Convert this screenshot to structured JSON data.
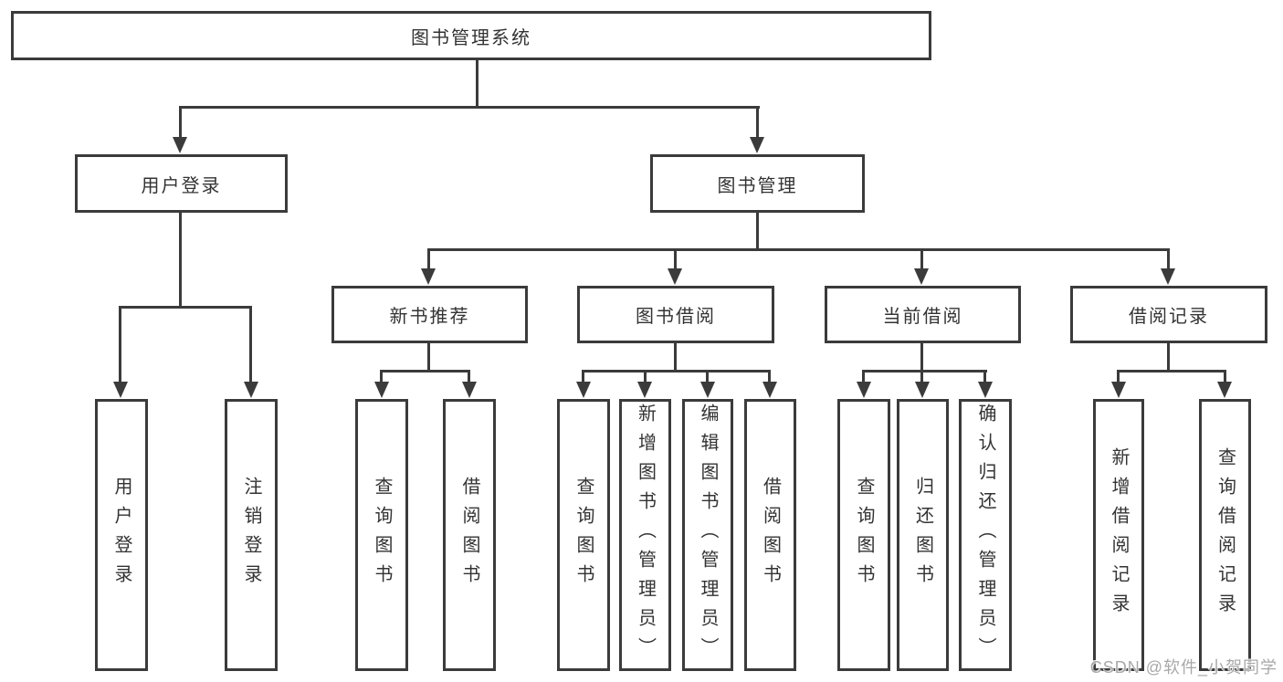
{
  "diagram": {
    "tree": {
      "root": "图书管理系统",
      "children": [
        {
          "label": "用户登录",
          "children": [
            "用户登录",
            "注销登录"
          ]
        },
        {
          "label": "图书管理",
          "children": [
            {
              "label": "新书推荐",
              "children": [
                "查询图书",
                "借阅图书"
              ]
            },
            {
              "label": "图书借阅",
              "children": [
                "查询图书",
                "新增图书（管理员）",
                "编辑图书（管理员）",
                "借阅图书"
              ]
            },
            {
              "label": "当前借阅",
              "children": [
                "查询图书",
                "归还图书",
                "确认归还（管理员）"
              ]
            },
            {
              "label": "借阅记录",
              "children": [
                "新增借阅记录",
                "查询借阅记录"
              ]
            }
          ]
        }
      ]
    }
  },
  "watermark": {
    "text": "CSDN @软件_小贺同学"
  },
  "colors": {
    "line": "#3b3b3b",
    "text": "#333333",
    "background": "#ffffff",
    "watermark": "#a8a8a8"
  }
}
